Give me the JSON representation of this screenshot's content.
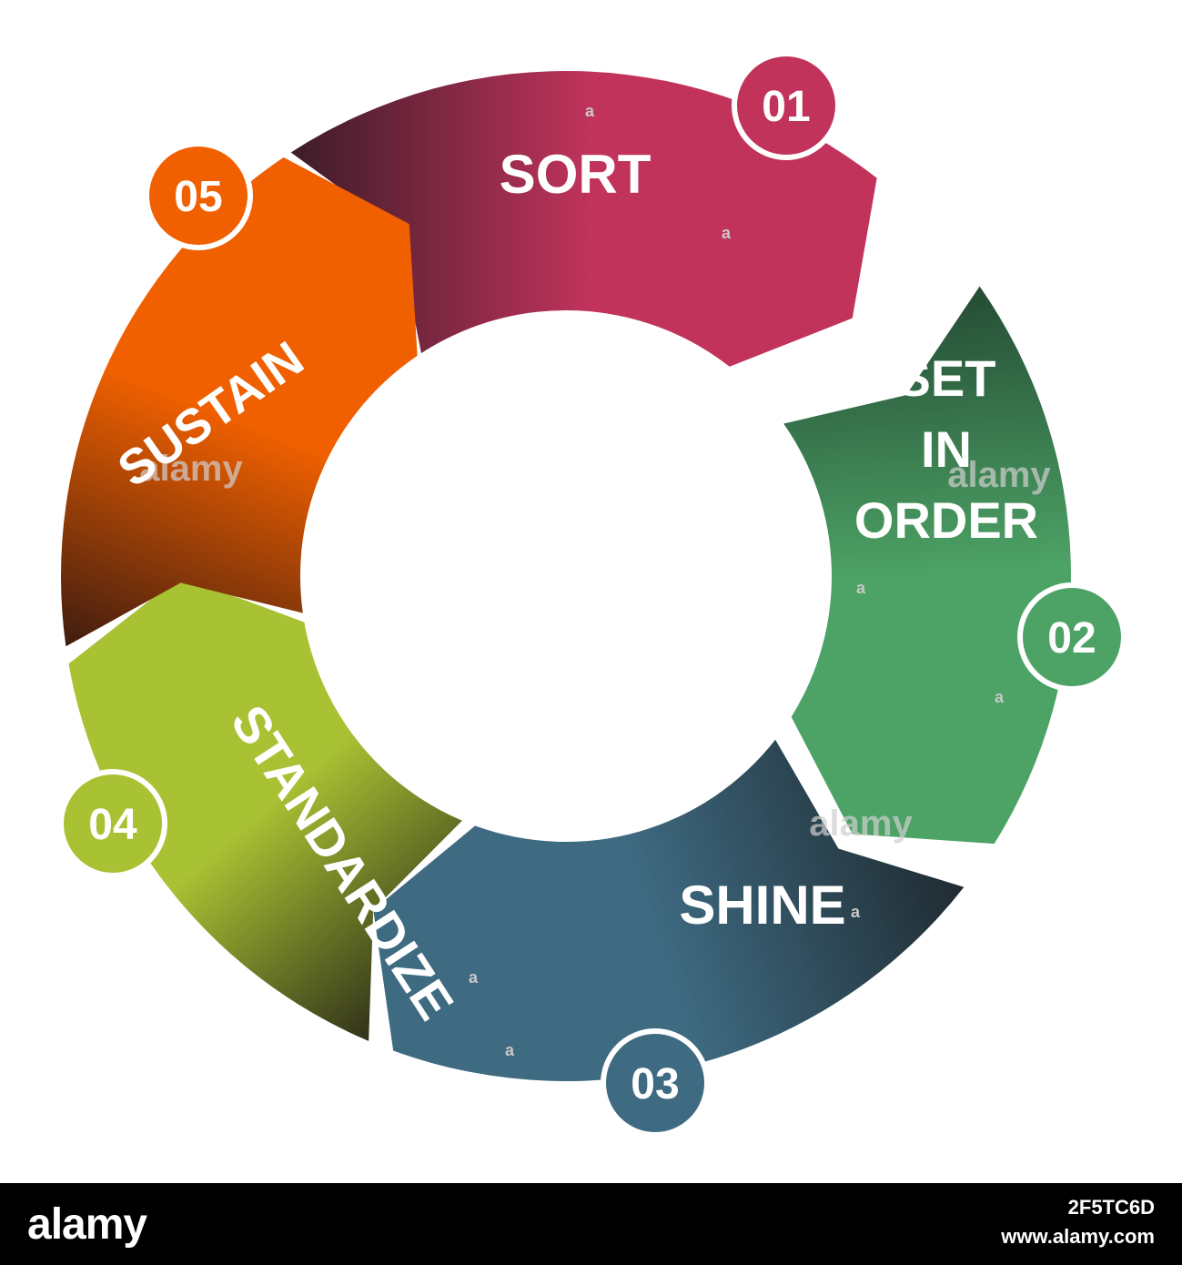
{
  "segments": [
    {
      "number": "01",
      "label_lines": [
        "SORT"
      ],
      "color_light": "#c2335c",
      "color_dark": "#3a1c28"
    },
    {
      "number": "02",
      "label_lines": [
        "SET",
        "IN",
        "ORDER"
      ],
      "color_light": "#4da366",
      "color_dark": "#244a33"
    },
    {
      "number": "03",
      "label_lines": [
        "SHINE"
      ],
      "color_light": "#3e6a82",
      "color_dark": "#1f2a30"
    },
    {
      "number": "04",
      "label_lines": [
        "STANDARDIZE"
      ],
      "color_light": "#a9c233",
      "color_dark": "#2a2a18"
    },
    {
      "number": "05",
      "label_lines": [
        "SUSTAIN"
      ],
      "color_light": "#f06000",
      "color_dark": "#3a1a10"
    }
  ],
  "watermark": {
    "big": "alamy",
    "small": "a"
  },
  "footer": {
    "logo": "alamy",
    "image_id": "2F5TC6D",
    "url": "www.alamy.com"
  }
}
